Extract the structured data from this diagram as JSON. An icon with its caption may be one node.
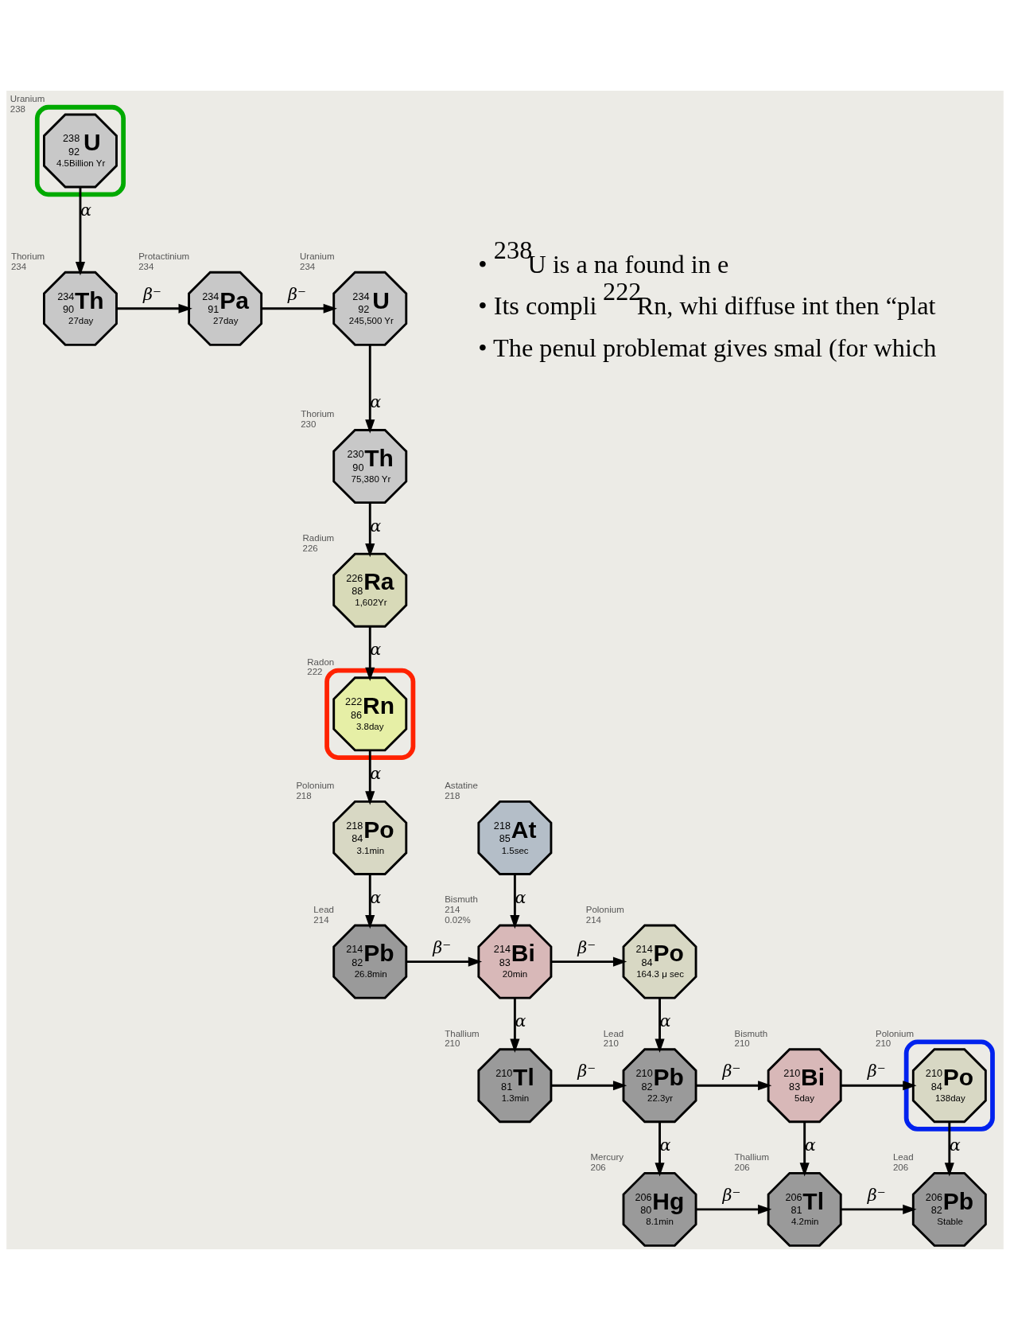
{
  "diagram": {
    "nodes": [
      {
        "text": [],
        "shape": "ellipse"
      },
      {
        "text": [
          "238",
          "92",
          "U",
          "4.5Billion Yr"
        ],
        "beside": [
          "Uranium",
          "238"
        ],
        "in": 0
      },
      {
        "text": [
          "234",
          "92",
          "U",
          "245,500 Yr"
        ],
        "beside": [
          "Uranium",
          "234"
        ]
      },
      {
        "text": [
          "234",
          "91",
          "Pa",
          "27day"
        ],
        "beside": [
          "Protactinium",
          "234"
        ]
      },
      {
        "text": [
          "234",
          "90",
          "Th",
          "27day"
        ],
        "beside": [
          "Thorium",
          "234"
        ]
      },
      {
        "text": [
          "230",
          "90",
          "Th",
          "75,380 Yr"
        ],
        "beside": [
          "Thorium",
          "230"
        ]
      },
      {
        "text": [
          "226",
          "88",
          "Ra",
          "1,602Yr"
        ],
        "beside": [
          "Radium",
          "226"
        ]
      },
      {
        "text": [],
        "shape": "ellipse"
      },
      {
        "text": [
          "222",
          "86",
          "Rn",
          "3.8day"
        ],
        "beside": [
          "Radon",
          "222"
        ],
        "in": 7
      },
      {
        "text": [
          "218",
          "85",
          "At",
          "1.5sec"
        ],
        "beside": [
          "Astatine",
          "218"
        ]
      },
      {
        "text": [
          "218",
          "84",
          "Po",
          "3.1min"
        ],
        "beside": [
          "Polonium",
          "218"
        ]
      },
      {
        "text": [
          "214",
          "84",
          "Po",
          "164.3 μ sec"
        ],
        "beside": [
          "Polonium",
          "214"
        ]
      },
      {
        "text": [],
        "shape": "ellipse"
      },
      {
        "text": [
          "210",
          "84",
          "Po",
          "138day"
        ],
        "beside": [
          "Polonium",
          "210"
        ],
        "in": 12
      },
      {
        "text": [
          "214",
          "83",
          "Bi",
          "20min"
        ],
        "beside": [
          "Bismuth",
          "214",
          "0.02%"
        ]
      },
      {
        "text": [
          "210",
          "83",
          "Bi",
          "5day"
        ],
        "beside": [
          "Bismuth",
          "210"
        ]
      },
      {
        "text": [
          "214",
          "82",
          "Pb",
          "26.8min"
        ],
        "beside": [
          "Lead",
          "214"
        ]
      },
      {
        "text": [
          "210",
          "82",
          "Pb",
          "22.3yr"
        ],
        "beside": [
          "Lead",
          "210"
        ]
      },
      {
        "text": [
          "206",
          "82",
          "Pb",
          "Stable"
        ],
        "beside": [
          "Lead",
          "206"
        ]
      },
      {
        "text": [
          "210",
          "81",
          "Tl",
          "1.3min"
        ],
        "beside": [
          "Thallium",
          "210"
        ]
      },
      {
        "text": [
          "206",
          "81",
          "Tl",
          "4.2min"
        ],
        "beside": [
          "Thallium",
          "206"
        ]
      },
      {
        "text": [
          "206",
          "80",
          "Hg",
          "8.1min"
        ],
        "beside": [
          "Mercury",
          "206"
        ]
      }
    ],
    "edges": [
      {
        "from": 1,
        "to": 4,
        "arrow": "to",
        "label": "α"
      },
      {
        "from": 4,
        "to": 3,
        "arrow": "to",
        "label": "β⁻"
      },
      {
        "from": 3,
        "to": 2,
        "arrow": "to",
        "label": "β⁻"
      },
      {
        "from": 2,
        "to": 5,
        "arrow": "to",
        "label": "α"
      },
      {
        "from": 5,
        "to": 6,
        "arrow": "to",
        "label": "α"
      },
      {
        "from": 6,
        "to": 8,
        "arrow": "to",
        "label": "α"
      },
      {
        "from": 8,
        "to": 10,
        "arrow": "to",
        "label": "α"
      },
      {
        "from": 9,
        "to": 14,
        "arrow": "to",
        "label": "α"
      },
      {
        "from": 10,
        "to": 16,
        "arrow": "to",
        "label": "α"
      },
      {
        "from": 16,
        "to": 14,
        "arrow": "to",
        "label": "β⁻"
      },
      {
        "from": 14,
        "to": 11,
        "arrow": "to",
        "label": "β⁻"
      },
      {
        "from": 14,
        "to": 19,
        "arrow": "to",
        "label": "α"
      },
      {
        "from": 11,
        "to": 17,
        "arrow": "to",
        "label": "α"
      },
      {
        "from": 19,
        "to": 17,
        "arrow": "to",
        "label": "β⁻"
      },
      {
        "from": 17,
        "to": 21,
        "arrow": "to",
        "label": "α"
      },
      {
        "from": 21,
        "to": 20,
        "arrow": "to",
        "label": "β⁻"
      },
      {
        "from": 17,
        "to": 15,
        "arrow": "to",
        "label": "β⁻"
      },
      {
        "from": 15,
        "to": 20,
        "arrow": "to",
        "label": "α"
      },
      {
        "from": 15,
        "to": 13,
        "arrow": "to",
        "label": "β⁻"
      },
      {
        "from": 13,
        "to": 18,
        "arrow": "to",
        "label": "α"
      },
      {
        "from": 20,
        "to": 18,
        "arrow": "to",
        "label": "β⁻"
      }
    ],
    "labels": [
      "• $^{238}$U is a na found in e",
      "• Its compli $^{222}$Rn, whi diffuse int then “plat",
      "• The penul problemat gives smal (for which"
    ]
  }
}
